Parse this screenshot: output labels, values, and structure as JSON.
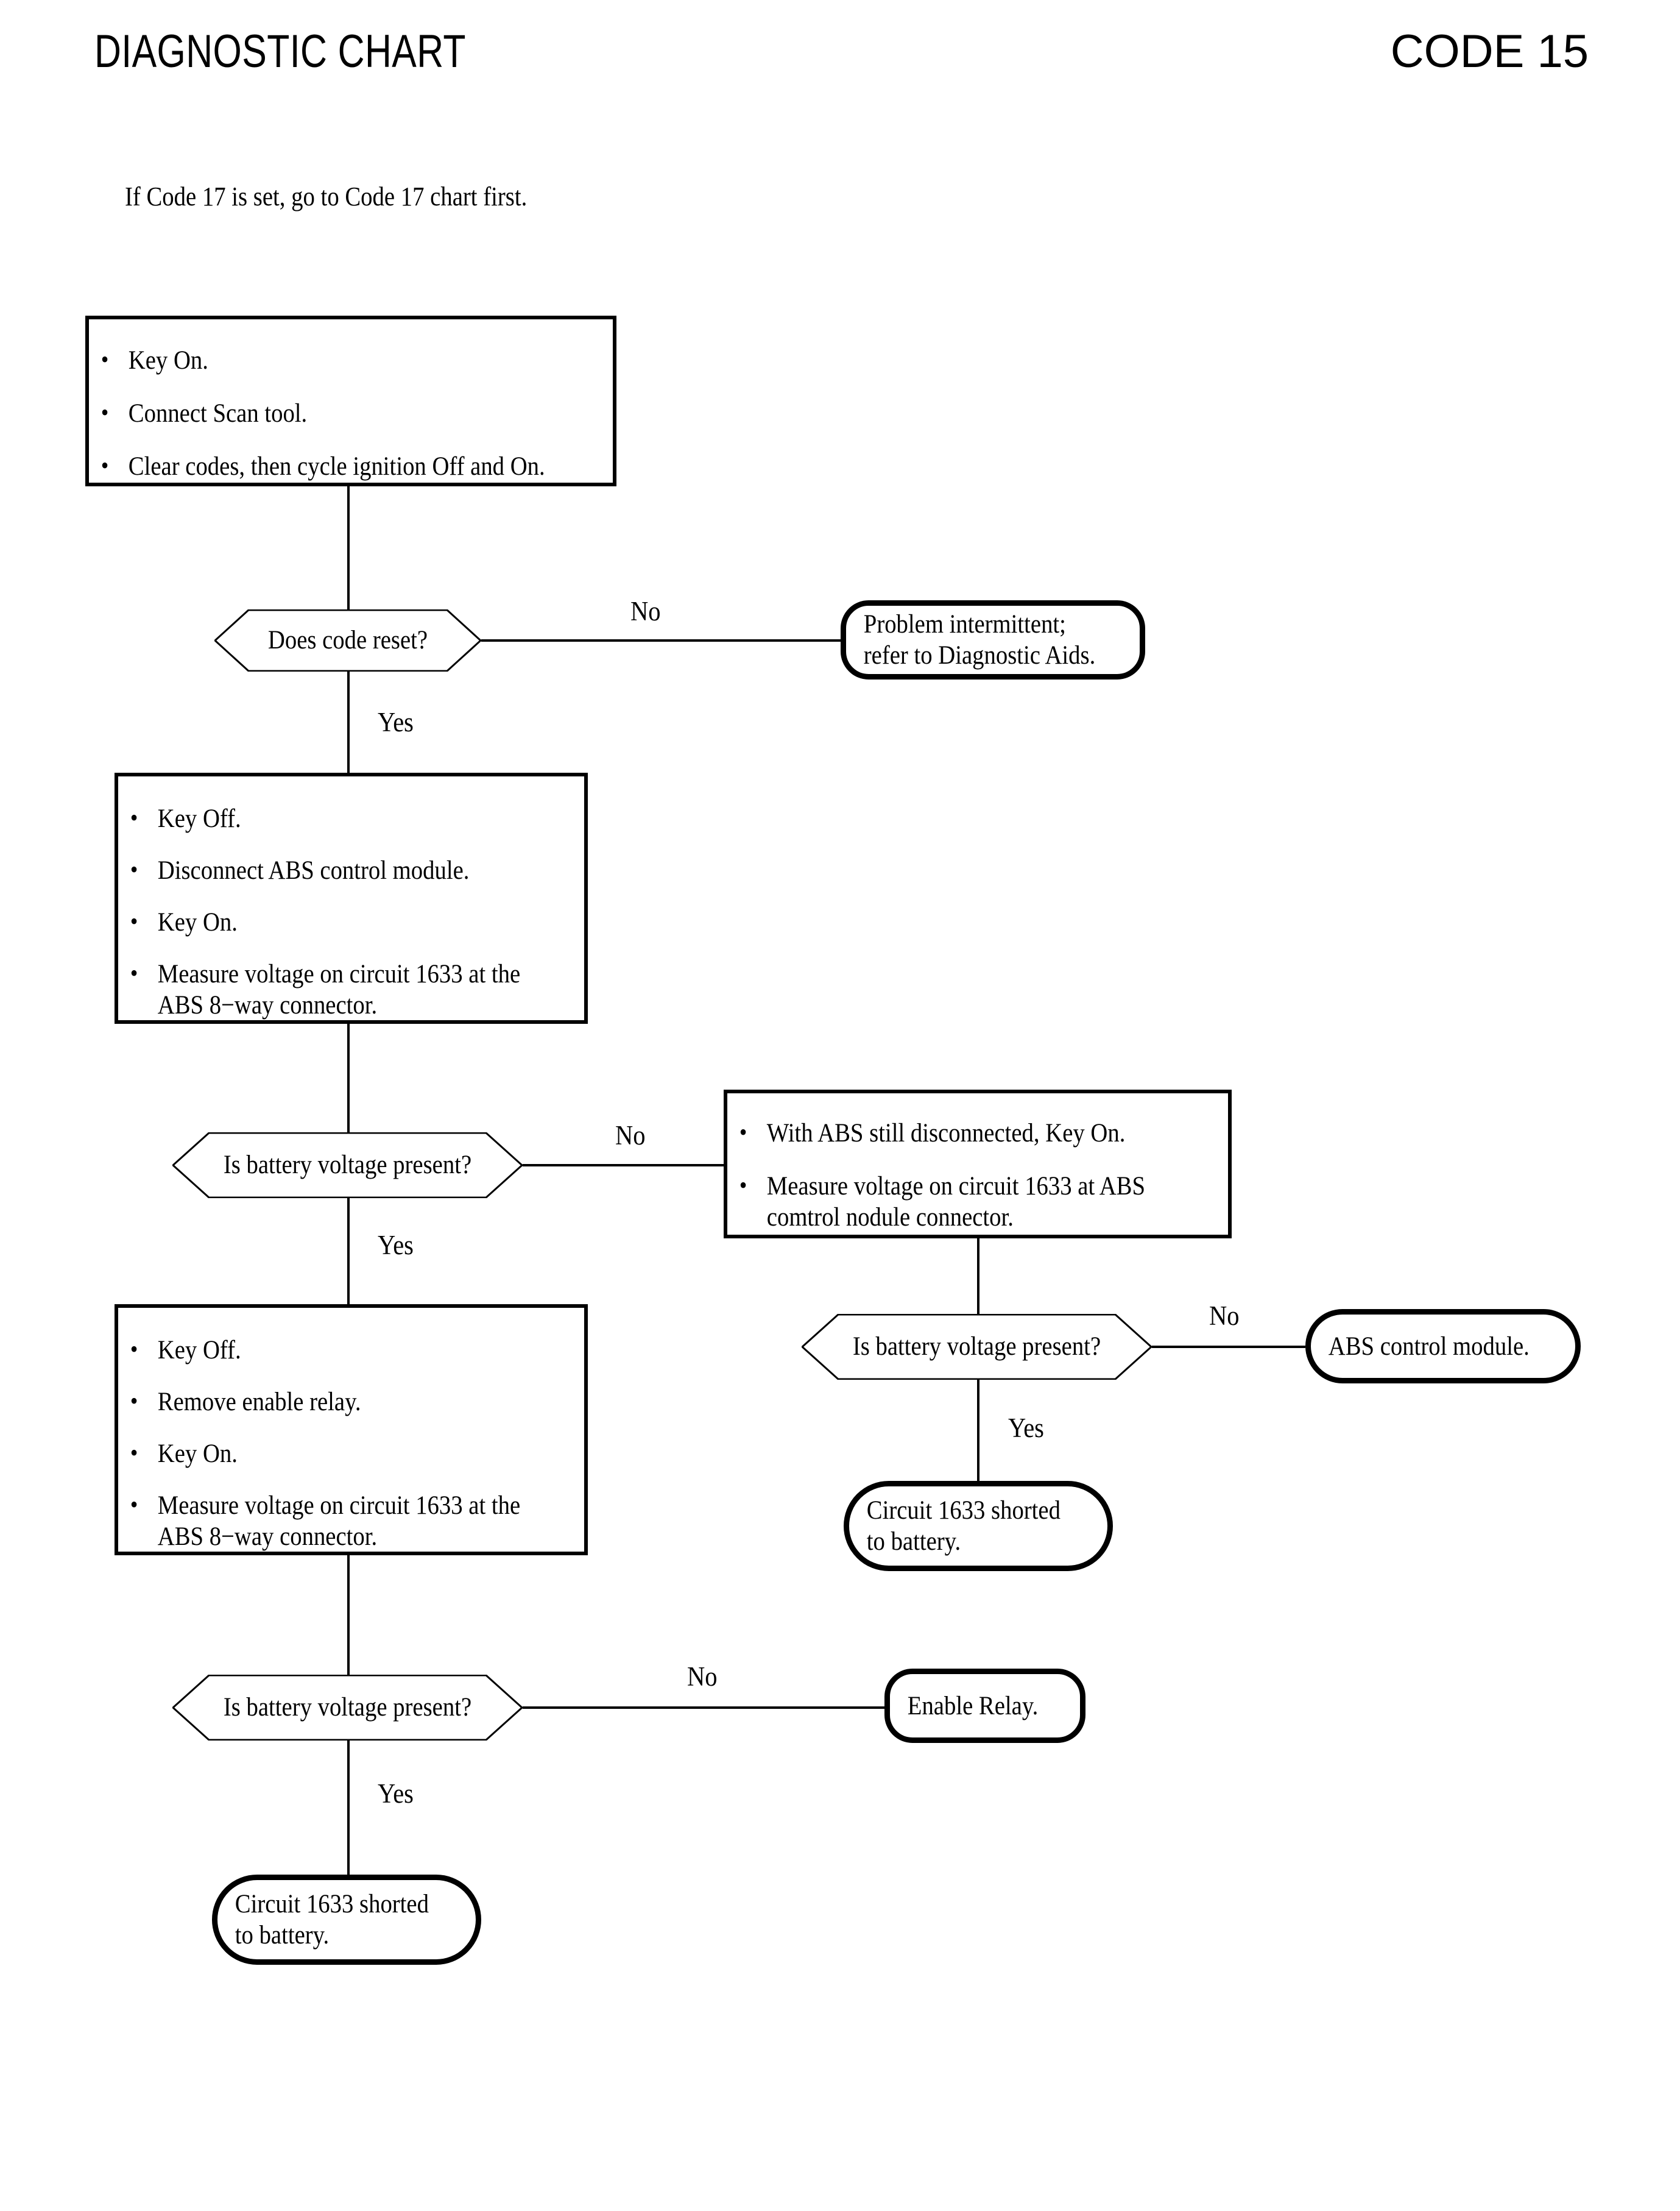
{
  "header": {
    "title": "DIAGNOSTIC CHART",
    "code": "CODE 15"
  },
  "note": "If Code 17 is set, go to Code 17 chart first.",
  "nodes": {
    "step1": {
      "type": "process",
      "bullets": [
        "Key On.",
        "Connect Scan tool.",
        "Clear codes, then cycle ignition Off and On."
      ]
    },
    "decision1": {
      "type": "decision",
      "text": "Does code reset?"
    },
    "term_intermittent": {
      "type": "terminator",
      "line1": "Problem intermittent;",
      "line2": "refer to Diagnostic Aids."
    },
    "step2": {
      "type": "process",
      "bullets": [
        "Key Off.",
        "Disconnect ABS control module.",
        "Key On.",
        "Measure voltage on circuit 1633 at the"
      ],
      "bullet4_line2": "ABS 8−way connector."
    },
    "decision2": {
      "type": "decision",
      "text": "Is battery voltage present?"
    },
    "step3": {
      "type": "process",
      "bullets": [
        "With ABS still disconnected, Key On.",
        "Measure voltage on circuit 1633 at ABS"
      ],
      "bullet2_line2": "comtrol nodule connector."
    },
    "decision3": {
      "type": "decision",
      "text": "Is battery voltage present?"
    },
    "term_abs_module": {
      "type": "terminator",
      "text": "ABS control module."
    },
    "term_shorted_right": {
      "type": "terminator",
      "line1": "Circuit 1633 shorted",
      "line2": "to battery."
    },
    "step4": {
      "type": "process",
      "bullets": [
        "Key Off.",
        "Remove enable relay.",
        "Key On.",
        "Measure voltage on circuit 1633 at the"
      ],
      "bullet4_line2": "ABS 8−way connector."
    },
    "decision4": {
      "type": "decision",
      "text": "Is battery voltage present?"
    },
    "term_enable_relay": {
      "type": "terminator",
      "text": "Enable Relay."
    },
    "term_shorted_bottom": {
      "type": "terminator",
      "line1": "Circuit 1633 shorted",
      "line2": "to battery."
    }
  },
  "branch_labels": {
    "d1_no": "No",
    "d1_yes": "Yes",
    "d2_no": "No",
    "d2_yes": "Yes",
    "d3_no": "No",
    "d3_yes": "Yes",
    "d4_no": "No",
    "d4_yes": "Yes"
  },
  "colors": {
    "stroke": "#000000",
    "background": "#ffffff"
  }
}
